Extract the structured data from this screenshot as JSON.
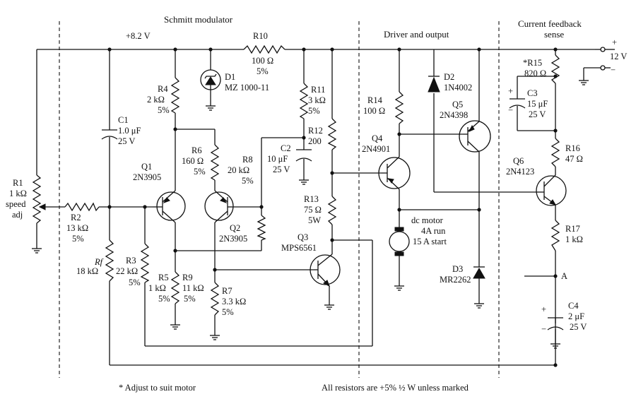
{
  "sections": {
    "schmitt": "Schmitt modulator",
    "driver": "Driver and output",
    "feedback_line1": "Current feedback",
    "feedback_line2": "sense"
  },
  "supply": {
    "rail": "+8.2 V",
    "input_plus": "+",
    "input_minus": "−",
    "input_voltage": "12 V"
  },
  "components": {
    "R1": {
      "name": "R1",
      "l1": "1 kΩ",
      "l2": "speed",
      "l3": "adj"
    },
    "R2": {
      "name": "R2",
      "value": "13 kΩ",
      "tol": "5%"
    },
    "Rf": {
      "name": "Rf",
      "value": "18 kΩ"
    },
    "R3": {
      "name": "R3",
      "value": "22 kΩ",
      "tol": "5%"
    },
    "C1": {
      "name": "C1",
      "value": "1.0 μF",
      "volt": "25 V"
    },
    "Q1": {
      "name": "Q1",
      "type": "2N3905"
    },
    "R4": {
      "name": "R4",
      "value": "2 kΩ",
      "tol": "5%"
    },
    "R5": {
      "name": "R5",
      "value": "1 kΩ",
      "tol": "5%"
    },
    "R9": {
      "name": "R9",
      "value": "11 kΩ",
      "tol": "5%"
    },
    "R6": {
      "name": "R6",
      "value": "160 Ω",
      "tol": "5%"
    },
    "Q2": {
      "name": "Q2",
      "type": "2N3905"
    },
    "R7": {
      "name": "R7",
      "value": "3.3 kΩ",
      "tol": "5%"
    },
    "R8": {
      "name": "R8",
      "value": "20 kΩ",
      "tol": "5%"
    },
    "D1": {
      "name": "D1",
      "type": "MZ 1000-11"
    },
    "R10": {
      "name": "R10",
      "value": "100 Ω",
      "tol": "5%"
    },
    "R11": {
      "name": "R11",
      "value": "3 kΩ",
      "tol": "5%"
    },
    "C2": {
      "name": "C2",
      "value": "10 μF",
      "volt": "25 V"
    },
    "R12": {
      "name": "R12",
      "value": "200"
    },
    "R13": {
      "name": "R13",
      "value": "75 Ω",
      "power": "5W"
    },
    "Q3": {
      "name": "Q3",
      "type": "MPS6561"
    },
    "R14": {
      "name": "R14",
      "value": "100 Ω"
    },
    "Q4": {
      "name": "Q4",
      "type": "2N4901"
    },
    "D2": {
      "name": "D2",
      "type": "1N4002"
    },
    "Q5": {
      "name": "Q5",
      "type": "2N4398"
    },
    "motor": {
      "l1": "dc motor",
      "l2": "4A run",
      "l3": "15 A start"
    },
    "D3": {
      "name": "D3",
      "type": "MR2262"
    },
    "R15": {
      "name": "*R15",
      "value": "820 Ω"
    },
    "C3": {
      "name": "C3",
      "value": "15 μF",
      "volt": "25 V"
    },
    "R16": {
      "name": "R16",
      "value": "47 Ω"
    },
    "Q6": {
      "name": "Q6",
      "type": "2N4123"
    },
    "R17": {
      "name": "R17",
      "value": "1 kΩ"
    },
    "nodeA": "A",
    "C4": {
      "name": "C4",
      "value": "2 μF",
      "volt": "25 V"
    },
    "cap_plus": "+",
    "cap_minus": "−"
  },
  "notes": {
    "adjust": "* Adjust to suit motor",
    "resistors": "All resistors are +5% ½ W unless marked"
  }
}
